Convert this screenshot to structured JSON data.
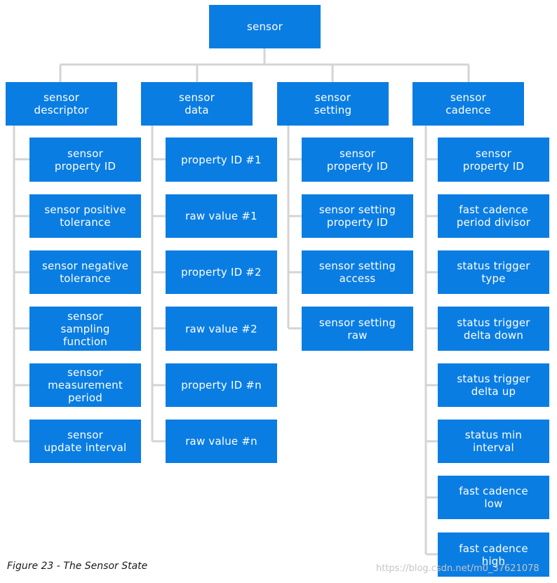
{
  "root": {
    "label": "sensor"
  },
  "columns": [
    {
      "header": "sensor\ndescriptor",
      "items": [
        "sensor\nproperty ID",
        "sensor positive\ntolerance",
        "sensor negative\ntolerance",
        "sensor\nsampling\nfunction",
        "sensor\nmeasurement\nperiod",
        "sensor\nupdate interval"
      ]
    },
    {
      "header": "sensor\ndata",
      "items": [
        "property ID #1",
        "raw value #1",
        "property ID #2",
        "raw value #2",
        "property ID #n",
        "raw value #n"
      ]
    },
    {
      "header": "sensor\nsetting",
      "items": [
        "sensor\nproperty ID",
        "sensor setting\nproperty ID",
        "sensor setting\naccess",
        "sensor setting\nraw"
      ]
    },
    {
      "header": "sensor\ncadence",
      "items": [
        "sensor\nproperty ID",
        "fast cadence\nperiod divisor",
        "status trigger\ntype",
        "status trigger\ndelta down",
        "status trigger\ndelta up",
        "status min\ninterval",
        "fast cadence\nlow",
        "fast cadence\nhigh"
      ]
    }
  ],
  "caption": "Figure 23 - The Sensor State",
  "watermark": "https://blog.csdn.net/m0_37621078",
  "colors": {
    "node": "#0a7de3",
    "connector": "#d4d4d4"
  }
}
